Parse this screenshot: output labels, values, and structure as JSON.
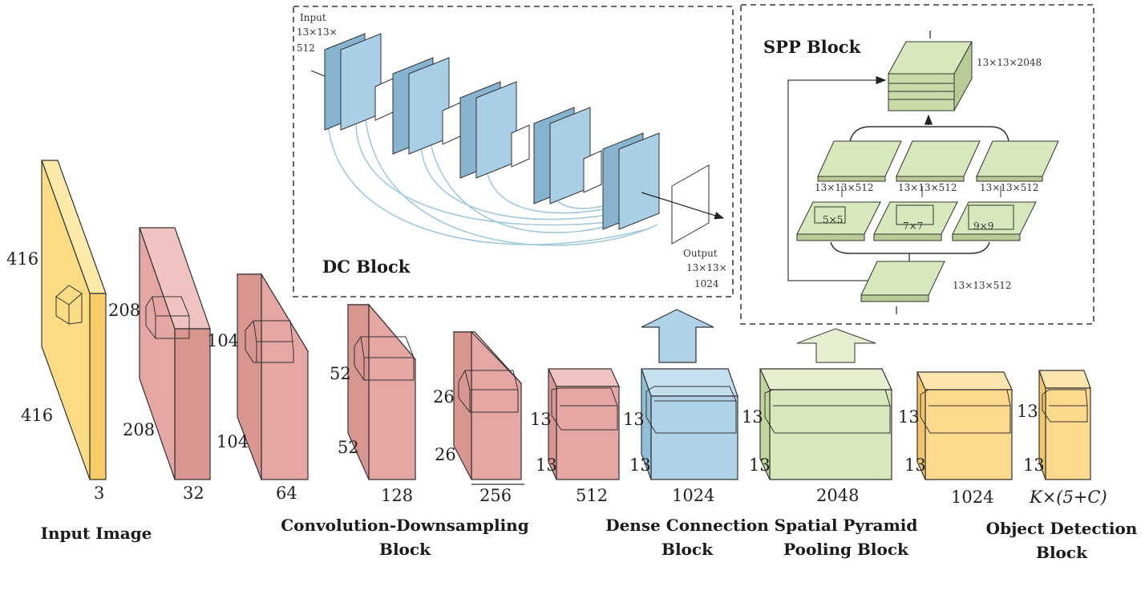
{
  "input": {
    "height": "416",
    "width": "416",
    "channels": "3",
    "label": "Input Image"
  },
  "conv_blocks": [
    {
      "size": "208",
      "channels": "32"
    },
    {
      "size": "104",
      "channels": "64"
    },
    {
      "size": "52",
      "channels": "128"
    },
    {
      "size": "26",
      "channels": "256"
    },
    {
      "size": "13",
      "channels": "512"
    }
  ],
  "conv_label": "Convolution-Downsampling Block",
  "dense": {
    "size": "13",
    "channels": "1024",
    "label": "Dense Connection Block"
  },
  "spp_stage": {
    "size": "13",
    "channels": "2048",
    "label": "Spatial Pyramid Pooling Block"
  },
  "det1": {
    "size": "13",
    "channels": "1024"
  },
  "det2": {
    "size": "13",
    "channels": "K×(5+C)",
    "label": "Object Detection Block"
  },
  "dc_block": {
    "title": "DC Block",
    "input_label": "Input",
    "input_dims": "13×13×",
    "input_ch": "512",
    "output_label": "Output",
    "output_dims": "13×13×",
    "output_ch": "1024"
  },
  "spp_block": {
    "title": "SPP Block",
    "out_dims": "13×13×2048",
    "pool_dims": [
      "13×13×512",
      "13×13×512",
      "13×13×512"
    ],
    "pool_kernels": [
      "5×5",
      "7×7",
      "9×9"
    ],
    "in_dims": "13×13×512"
  },
  "colors": {
    "yellow": "#fbdc85",
    "pink": "#e6a7a4",
    "blue": "#aed3e8",
    "green": "#d8e8bd",
    "orange": "#fcd98c",
    "dc_blue": "#a9cfe6",
    "edge": "#333333"
  }
}
